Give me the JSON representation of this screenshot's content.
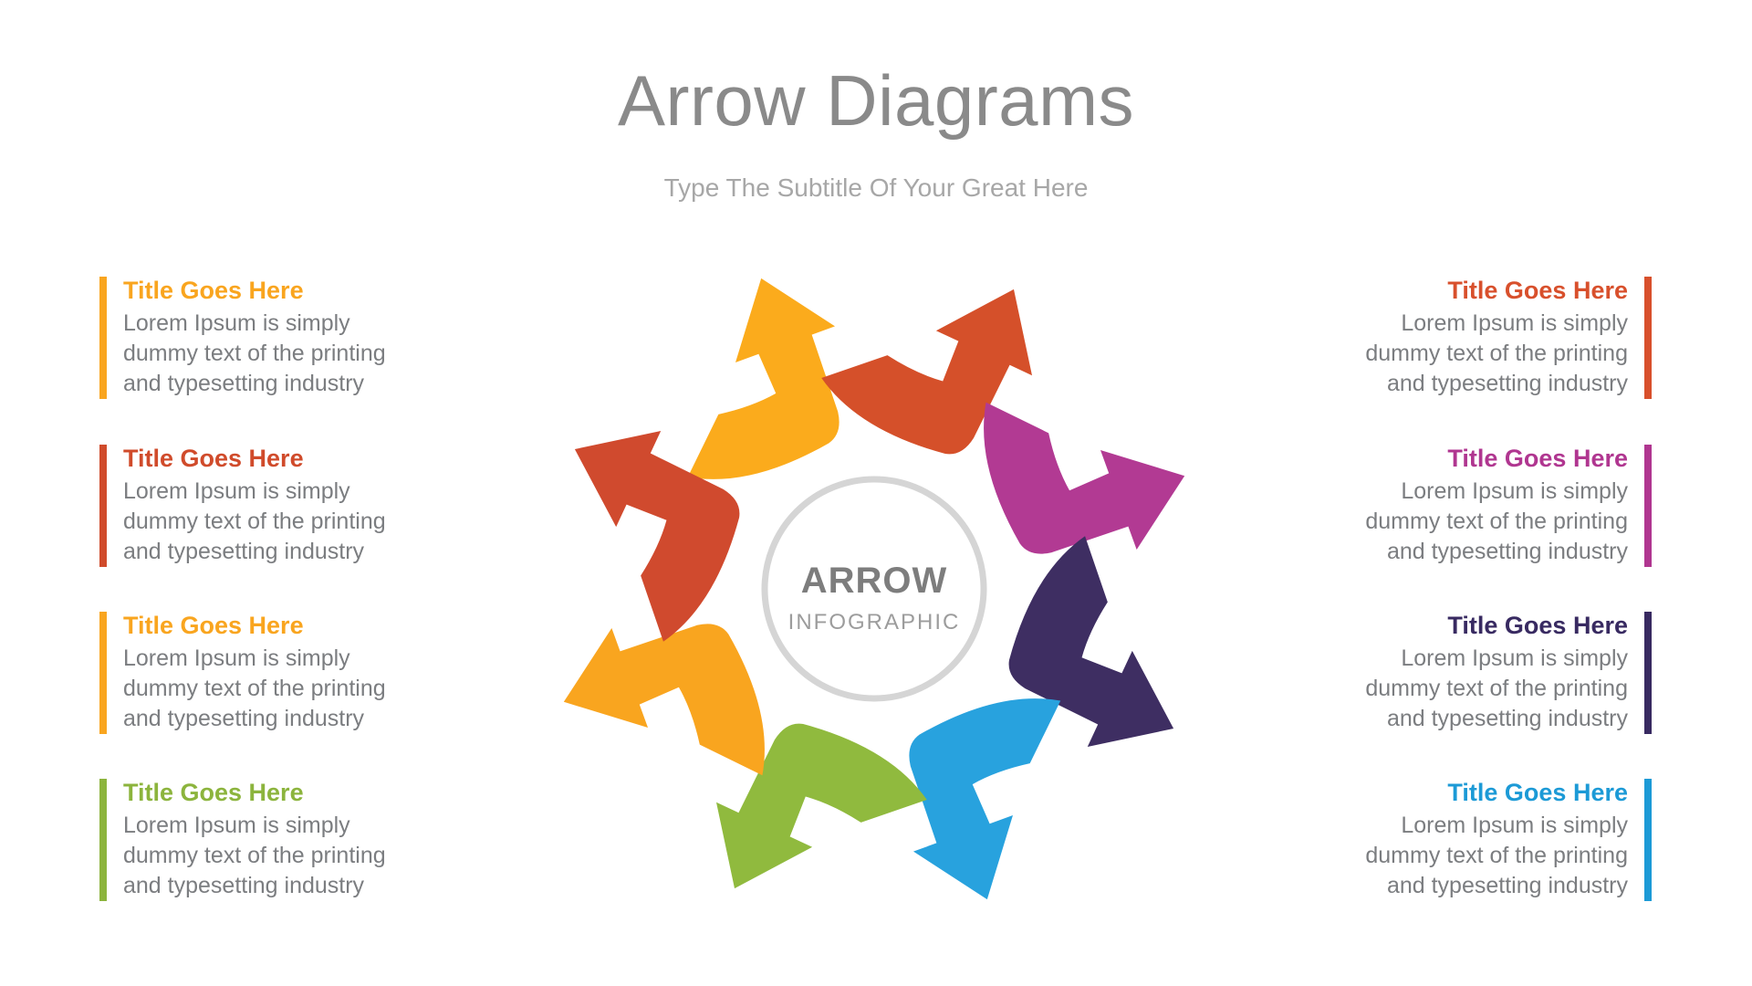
{
  "slide": {
    "title": "Arrow Diagrams",
    "subtitle": "Type The Subtitle Of Your Great Here"
  },
  "diagram": {
    "center_title": "ARROW",
    "center_subtitle": "INFOGRAPHIC",
    "ring_color": "#d5d5d5",
    "arrows": [
      {
        "name": "north",
        "color": "#fbab1c"
      },
      {
        "name": "northeast",
        "color": "#d5502a"
      },
      {
        "name": "east",
        "color": "#b23a93"
      },
      {
        "name": "southeast",
        "color": "#3e2e62"
      },
      {
        "name": "south",
        "color": "#28a2de"
      },
      {
        "name": "southwest",
        "color": "#90ba3e"
      },
      {
        "name": "west",
        "color": "#f9a51f"
      },
      {
        "name": "northwest",
        "color": "#d04a2e"
      }
    ]
  },
  "left_items": [
    {
      "title": "Title Goes Here",
      "body": "Lorem Ipsum is simply dummy text of the printing and typesetting industry",
      "color": "#f9a51f"
    },
    {
      "title": "Title Goes Here",
      "body": "Lorem Ipsum is simply dummy text of the printing and typesetting industry",
      "color": "#d04b2b"
    },
    {
      "title": "Title Goes Here",
      "body": "Lorem Ipsum is simply dummy text of the printing and typesetting industry",
      "color": "#f9a51f"
    },
    {
      "title": "Title Goes Here",
      "body": "Lorem Ipsum is simply dummy text of the printing and typesetting industry",
      "color": "#8cb43d"
    }
  ],
  "right_items": [
    {
      "title": "Title Goes Here",
      "body": "Lorem Ipsum is simply dummy text of the printing and typesetting industry",
      "color": "#d8502c"
    },
    {
      "title": "Title Goes Here",
      "body": "Lorem Ipsum is simply dummy text of the printing and typesetting industry",
      "color": "#b03690"
    },
    {
      "title": "Title Goes Here",
      "body": "Lorem Ipsum is simply dummy text of the printing and typesetting industry",
      "color": "#382a61"
    },
    {
      "title": "Title Goes Here",
      "body": "Lorem Ipsum is simply dummy text of the printing and typesetting industry",
      "color": "#1c9ad6"
    }
  ]
}
